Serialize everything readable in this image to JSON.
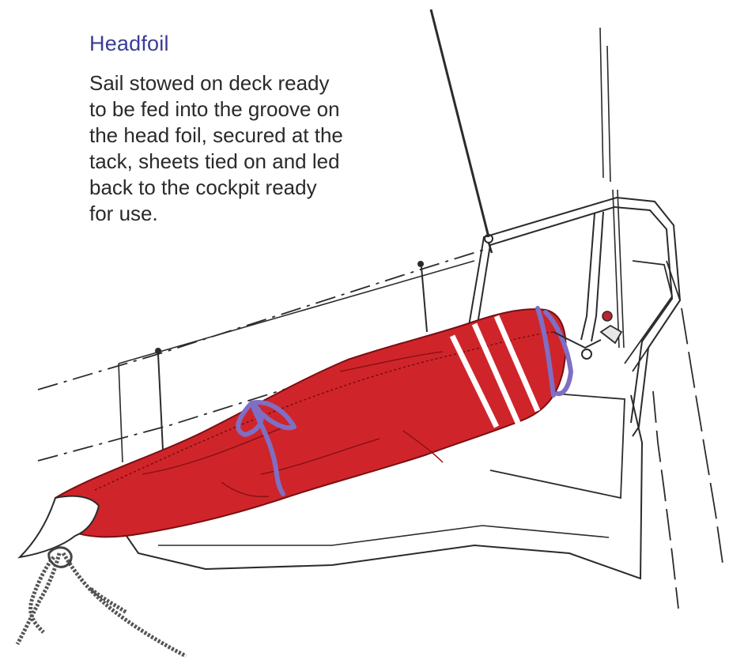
{
  "caption": {
    "title": "Headfoil",
    "lines": [
      "Sail stowed on deck ready",
      "to be fed into the groove on",
      "the head foil, secured at the",
      "tack, sheets tied on and led",
      "back to the cockpit ready",
      "for use."
    ]
  },
  "colors": {
    "title": "#3a3d97",
    "sail": "#d0262a",
    "sail_shadow": "#a8151b",
    "ties": "#7f6fc4",
    "ink": "#2b2b2b"
  }
}
